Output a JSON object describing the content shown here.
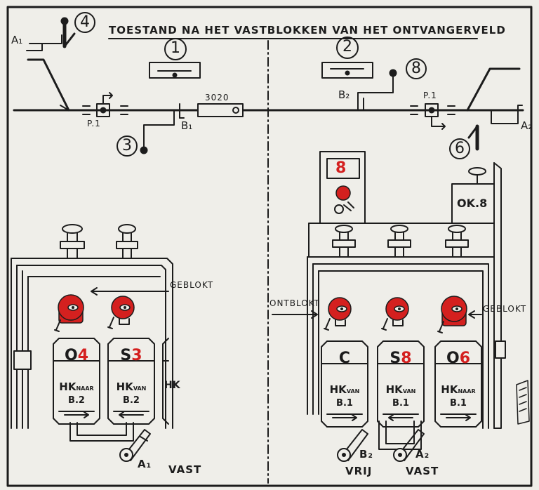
{
  "title": "TOESTAND NA HET VASTBLOKKEN VAN HET ONTVANGERVELD",
  "callouts": {
    "c1": "1",
    "c2": "2",
    "c3": "3",
    "c4": "4",
    "c6": "6",
    "c8": "8"
  },
  "track": {
    "signal_a1_label": "A₁",
    "signal_b1_label": "B₁",
    "signal_b2_label": "B₂",
    "signal_a2_label": "A₂",
    "point_left_label": "P.1",
    "point_right_label": "P.1",
    "train_number": "3020"
  },
  "left_panel": {
    "geblokt_label": "GEBLOKT",
    "cards": [
      {
        "letter": "O",
        "number": "4",
        "hk_main": "HK",
        "hk_sub": "NAAR",
        "block": "B.2"
      },
      {
        "letter": "S",
        "number": "3",
        "hk_main": "HK",
        "hk_sub": "VAN",
        "block": "B.2"
      }
    ],
    "partial_card_text": "HK",
    "lever_label": "A₁",
    "lever_state": "VAST"
  },
  "right_panel": {
    "display_number": "8",
    "ok_label": "OK.8",
    "ontblokt_label": "ONTBLOKT",
    "geblokt_label": "GEBLOKT",
    "cards": [
      {
        "letter": "C",
        "number": "",
        "hk_main": "HK",
        "hk_sub": "VAN",
        "block": "B.1"
      },
      {
        "letter": "S",
        "number": "8",
        "hk_main": "HK",
        "hk_sub": "VAN",
        "block": "B.1"
      },
      {
        "letter": "O",
        "number": "6",
        "hk_main": "HK",
        "hk_sub": "NAAR",
        "block": "B.1"
      }
    ],
    "lever_b2_label": "B₂",
    "lever_b2_state": "VRIJ",
    "lever_a2_label": "A₂",
    "lever_a2_state": "VAST"
  },
  "colors": {
    "ink": "#1c1c1c",
    "paper": "#efeee9",
    "red": "#d4201f"
  }
}
